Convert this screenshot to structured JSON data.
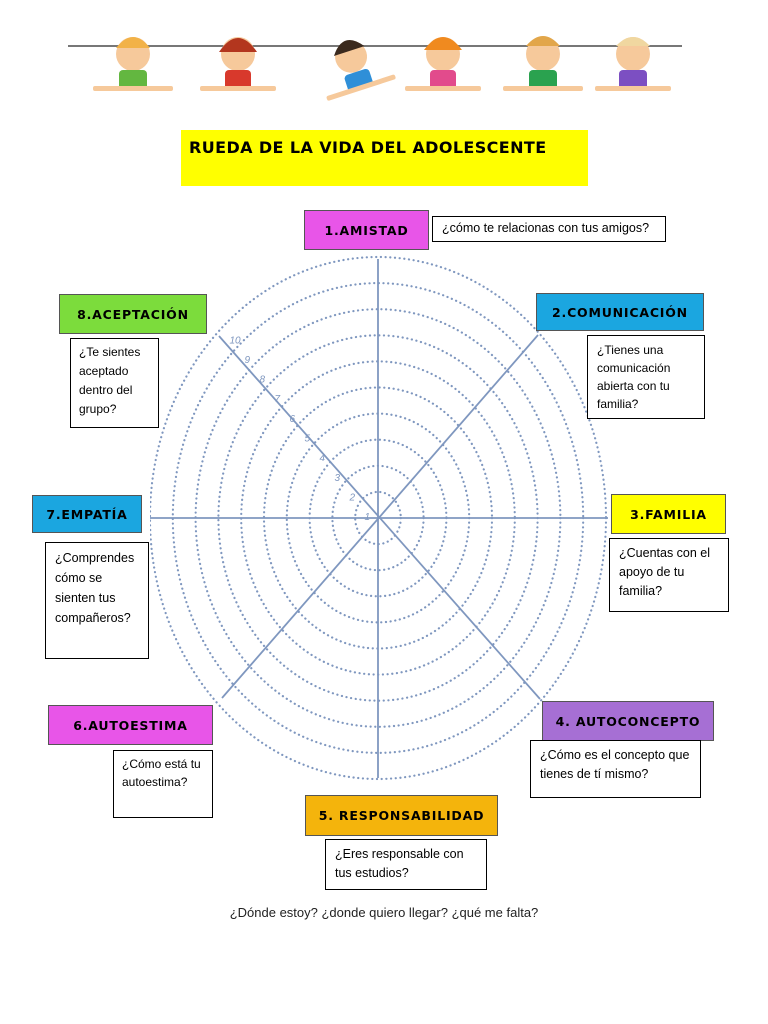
{
  "title": "RUEDA DE LA VIDA DEL ADOLESCENTE",
  "colors": {
    "title_bg": "#ffff00",
    "amistad": "#e855e8",
    "comunicacion": "#1ba6e0",
    "familia": "#ffff00",
    "autoconcepto": "#a66fd4",
    "responsabilidad": "#f4b40c",
    "autoestima": "#e855e8",
    "empatia": "#1ba6e0",
    "aceptacion": "#7cdc3c",
    "wheel_lines": "#7f97bf"
  },
  "categories": [
    {
      "label": "1.AMISTAD",
      "question": "¿cómo te relacionas con tus amigos?"
    },
    {
      "label": "2.COMUNICACIÓN",
      "question": "¿Tienes una comunicación abierta con tu familia?"
    },
    {
      "label": "3.FAMILIA",
      "question": "¿Cuentas con el apoyo de tu familia?"
    },
    {
      "label": "4. AUTOCONCEPTO",
      "question": "¿Cómo es el concepto que tienes de tí mismo?"
    },
    {
      "label": "5. RESPONSABILIDAD",
      "question": "¿Eres responsable con tus estudios?"
    },
    {
      "label": "6.AUTOESTIMA",
      "question": "¿Cómo está tu autoestima?"
    },
    {
      "label": "7.EMPATÍA",
      "question": "¿Comprendes cómo se sienten tus compañeros?"
    },
    {
      "label": "8.ACEPTACIÓN",
      "question": "¿Te sientes aceptado dentro del grupo?"
    }
  ],
  "scale_labels": [
    "1",
    "2",
    "3",
    "4",
    "5",
    "6",
    "7",
    "8",
    "9",
    "10"
  ],
  "footer": "¿Dónde estoy? ¿donde quiero llegar? ¿qué me falta?"
}
